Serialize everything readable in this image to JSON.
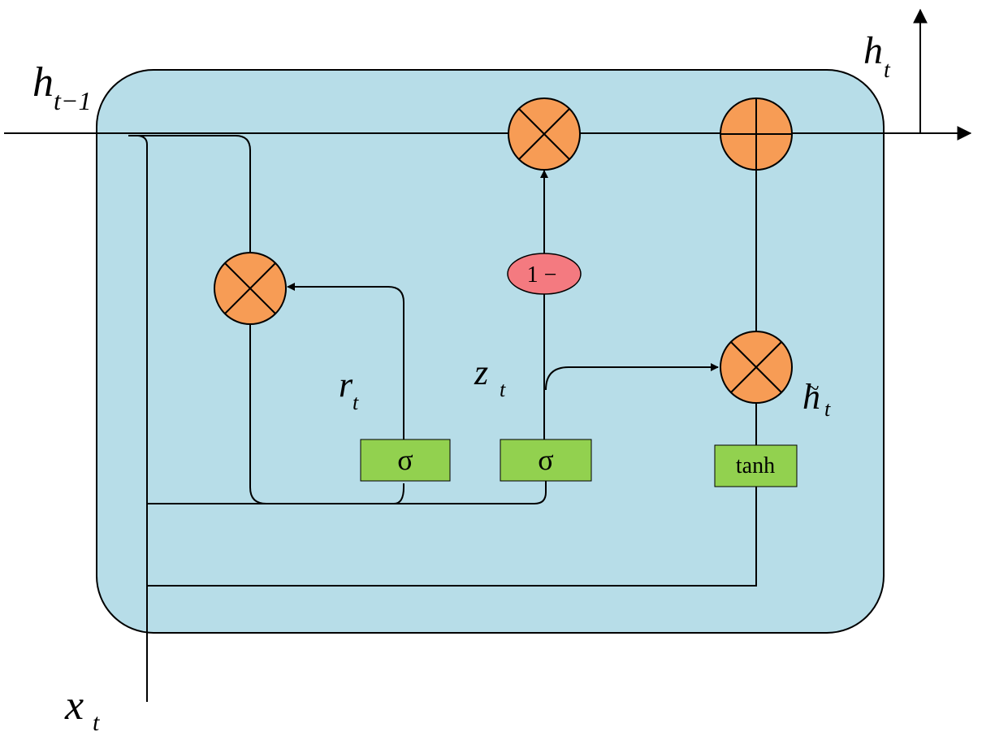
{
  "labels": {
    "h_prev": {
      "main": "h",
      "sub": "t−1"
    },
    "h_out": {
      "main": "h",
      "sub": "t"
    },
    "x_in": {
      "main": "x",
      "sub": "t"
    },
    "r_gate": {
      "main": "r",
      "sub": "t"
    },
    "z_gate": {
      "main": "z",
      "sub": "t"
    },
    "h_tilde": {
      "main": "h",
      "tilde": "~",
      "sub": "t"
    }
  },
  "gates": {
    "reset_sigma": "σ",
    "update_sigma": "σ",
    "tanh": "tanh",
    "one_minus": "1 −"
  },
  "ops": {
    "multiply_reset": "multiply-icon",
    "multiply_top": "multiply-icon",
    "add_top": "plus-icon",
    "multiply_candidate": "multiply-icon"
  },
  "colors": {
    "cell_fill": "#b7dde8",
    "op_fill": "#f79c55",
    "gate_fill": "#92d14f",
    "one_minus_fill": "#f47a80"
  }
}
